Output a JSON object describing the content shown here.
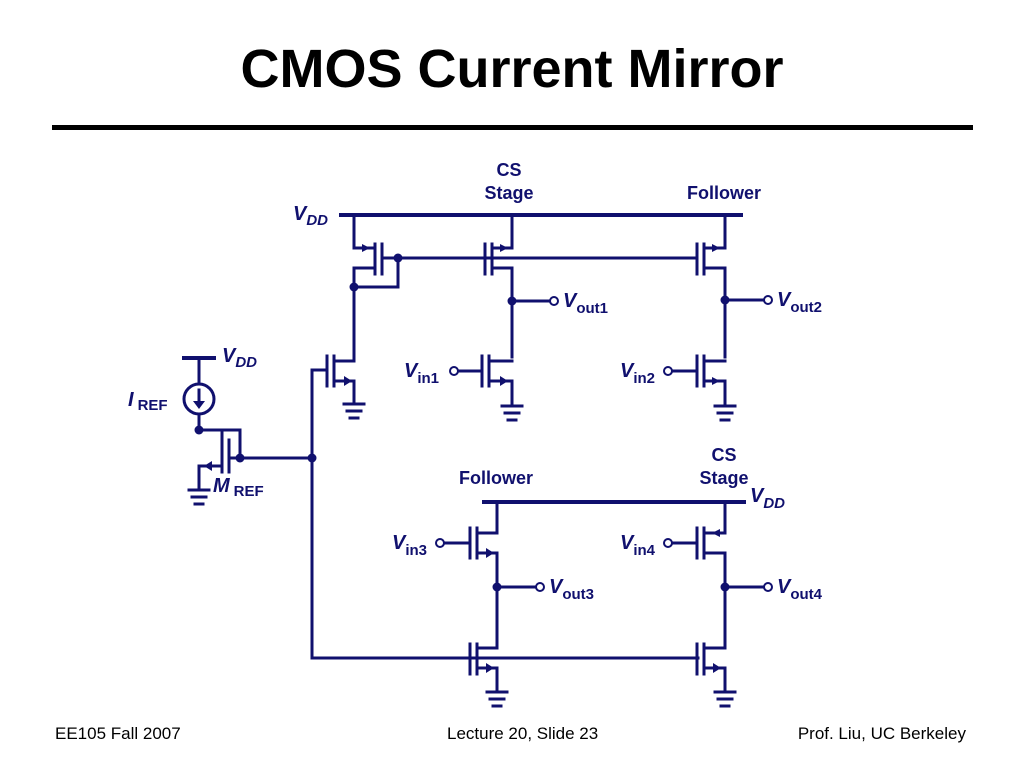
{
  "slide": {
    "title": "CMOS Current Mirror"
  },
  "diagram": {
    "labels": {
      "cs_stage_top_1": "CS",
      "cs_stage_top_2": "Stage",
      "follower_top": "Follower",
      "vdd_main_v": "V",
      "vdd_main_sub": "DD",
      "vdd_ref_v": "V",
      "vdd_ref_sub": "DD",
      "iref_i": "I",
      "iref_sub": "REF",
      "mref_m": "M",
      "mref_sub": "REF",
      "vin1_v": "V",
      "vin1_sub": "in1",
      "vin2_v": "V",
      "vin2_sub": "in2",
      "vin3_v": "V",
      "vin3_sub": "in3",
      "vin4_v": "V",
      "vin4_sub": "in4",
      "vout1_v": "V",
      "vout1_sub": "out1",
      "vout2_v": "V",
      "vout2_sub": "out2",
      "vout3_v": "V",
      "vout3_sub": "out3",
      "vout4_v": "V",
      "vout4_sub": "out4",
      "follower_bottom": "Follower",
      "cs_stage_bottom_1": "CS",
      "cs_stage_bottom_2": "Stage",
      "vdd_bottom_v": "V",
      "vdd_bottom_sub": "DD"
    },
    "colors": {
      "wire": "#10106e"
    }
  },
  "footer": {
    "left": "EE105 Fall 2007",
    "center": "Lecture 20, Slide 23",
    "right": "Prof. Liu, UC Berkeley"
  }
}
